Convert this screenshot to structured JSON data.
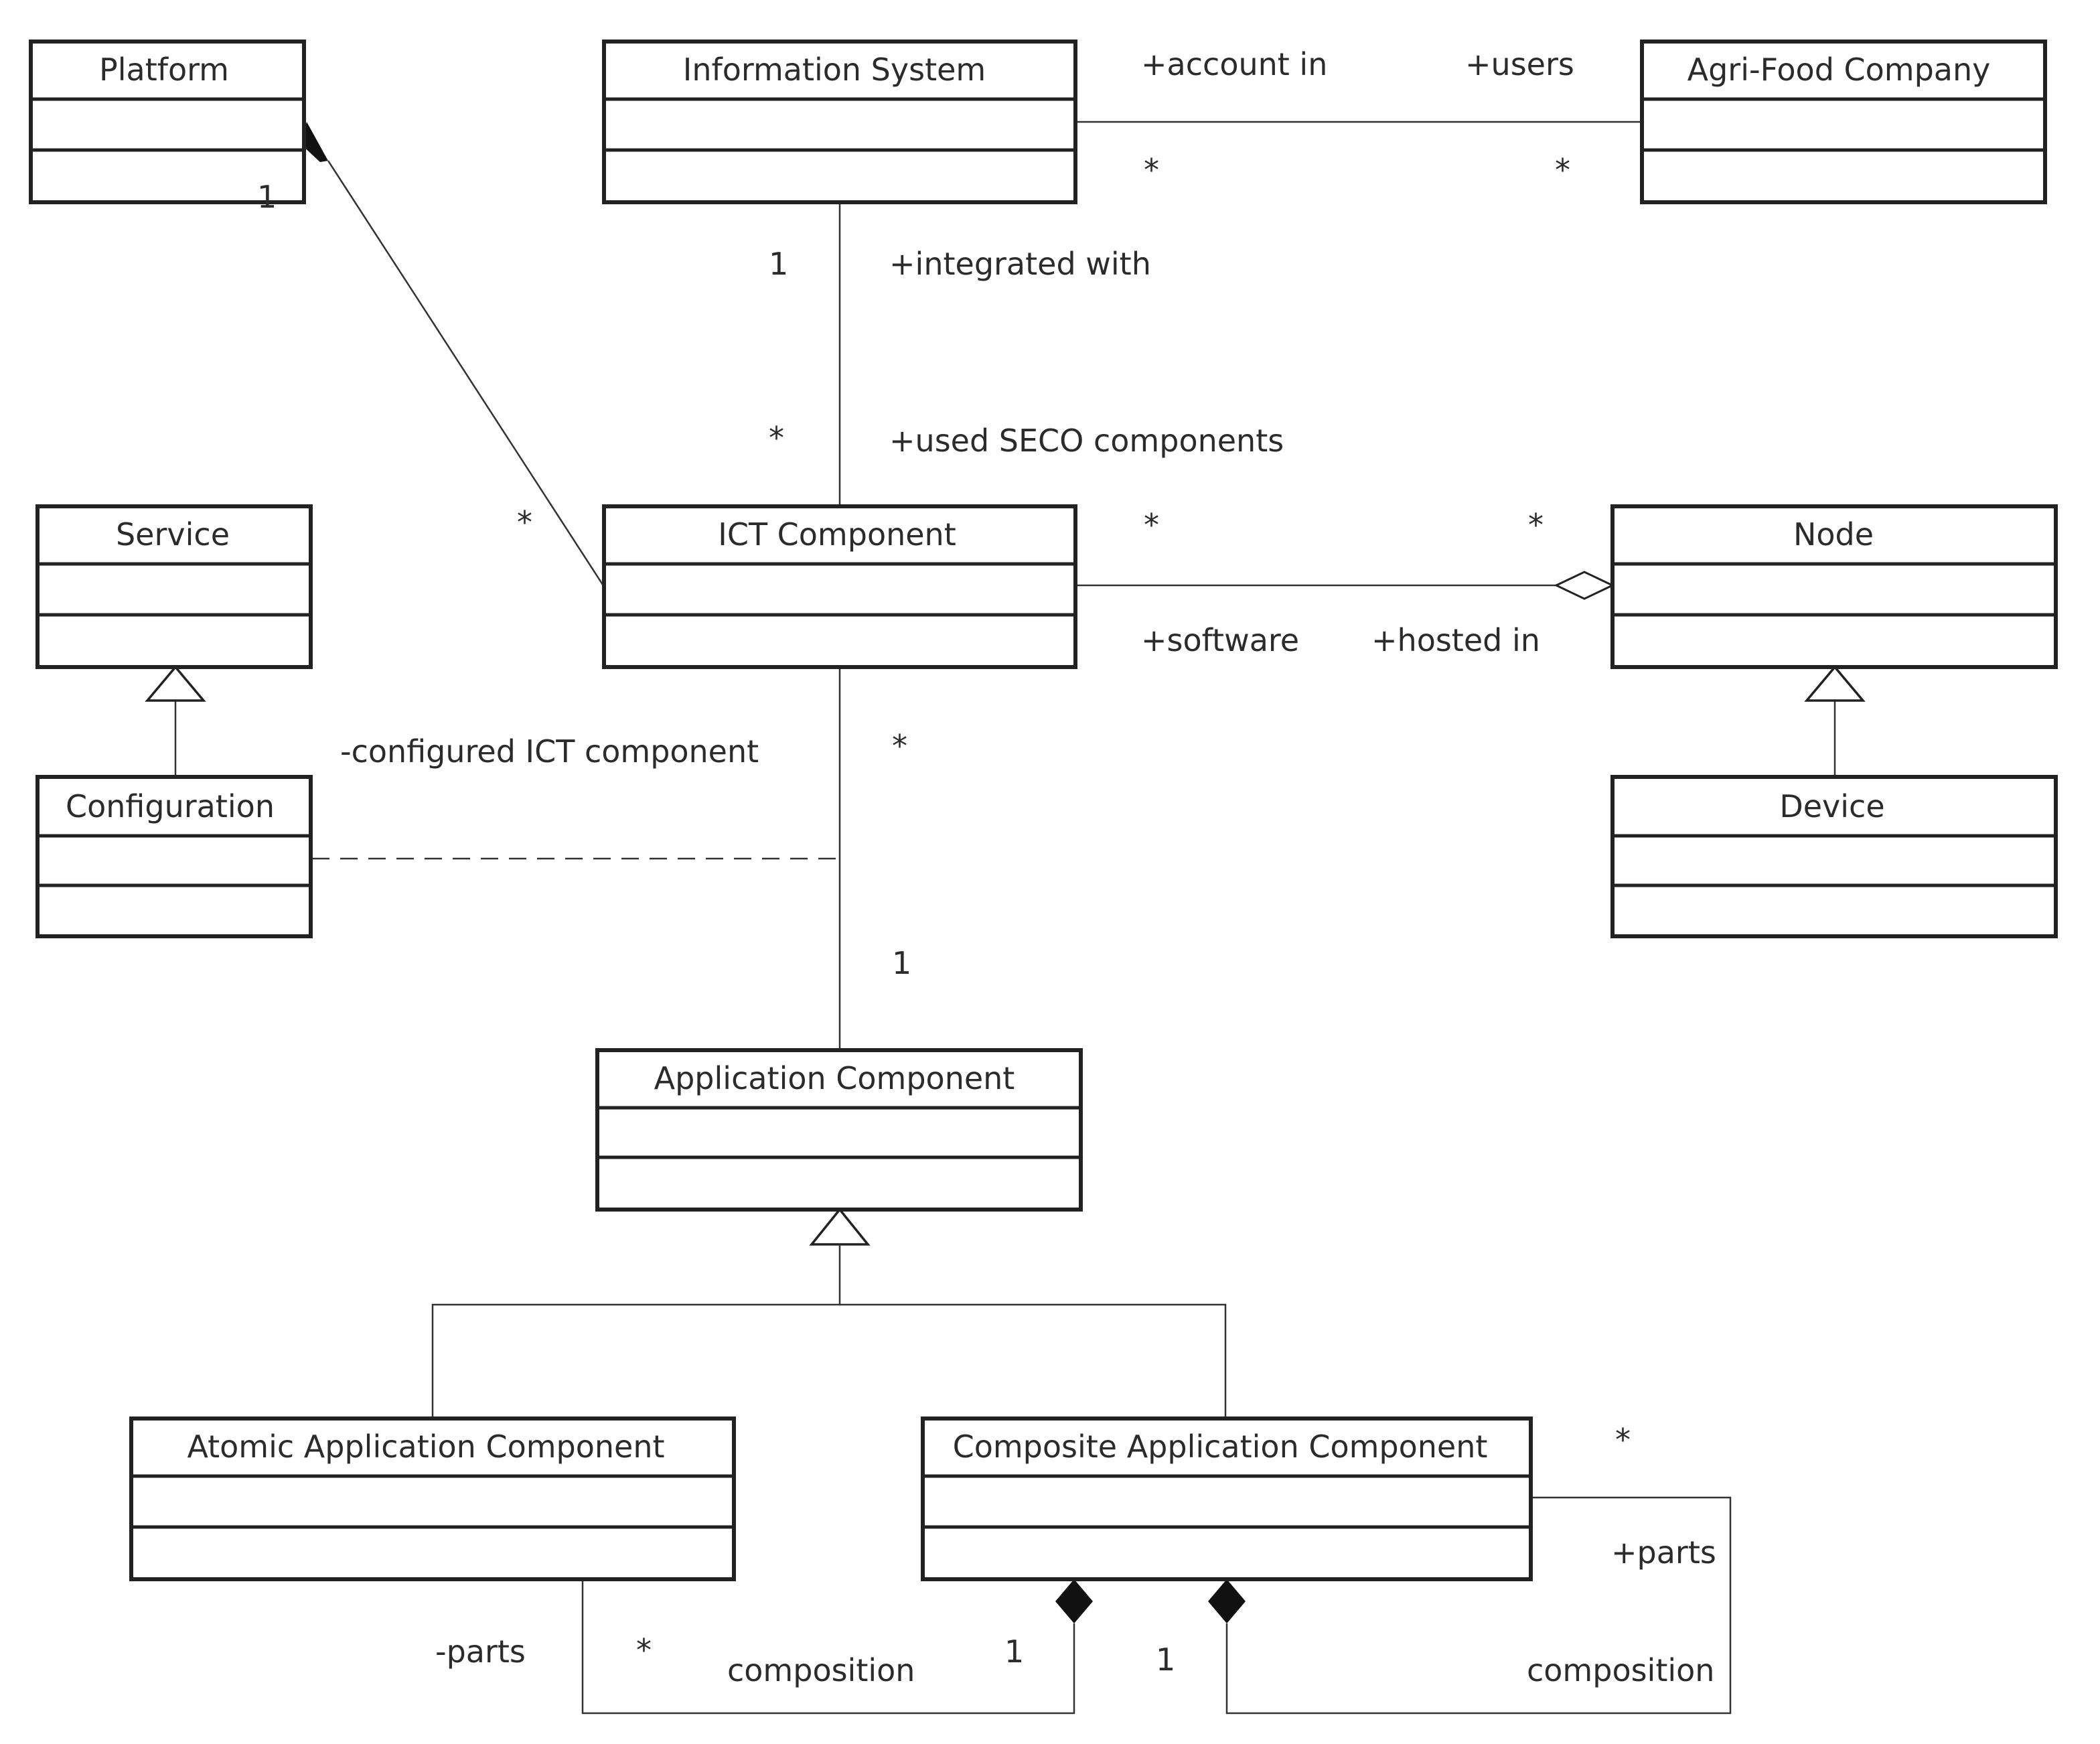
{
  "classes": {
    "platform": "Platform",
    "information_system": "Information System",
    "agri_food_company": "Agri-Food Company",
    "service": "Service",
    "ict_component": "ICT Component",
    "node": "Node",
    "configuration": "Configuration",
    "device": "Device",
    "application_component": "Application Component",
    "atomic_application_component": "Atomic Application Component",
    "composite_application_component": "Composite Application Component"
  },
  "labels": {
    "platform_mult": "1",
    "platform_ict_mult": "*",
    "account_in": "+account in",
    "users": "+users",
    "is_company_mult_left": "*",
    "is_company_mult_right": "*",
    "is_mult": "1",
    "integrated_with": "+integrated with",
    "ict_is_mult": "*",
    "used_seco_components": "+used SECO components",
    "ict_node_mult_left": "*",
    "ict_node_mult_right": "*",
    "software": "+software",
    "hosted_in": "+hosted in",
    "configured_ict_component": "-configured ICT component",
    "ict_app_mult_top": "*",
    "ict_app_mult_bottom": "1",
    "composite_self_mult": "*",
    "parts_public": "+parts",
    "composition_right": "composition",
    "parts_private": "-parts",
    "atomic_parts_mult": "*",
    "composition_left": "composition",
    "composite_atomic_mult": "1",
    "composite_self_owner_mult": "1"
  }
}
